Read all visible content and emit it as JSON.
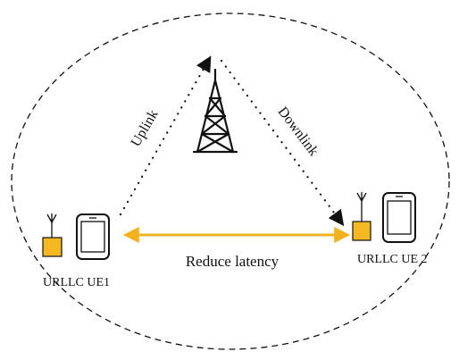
{
  "labels": {
    "uplink": "Uplink",
    "downlink": "Downlink",
    "reduce_latency": "Reduce latency",
    "ue1": "URLLC UE1",
    "ue2": "URLLC UE 2"
  },
  "colors": {
    "latency_arrow": "#f2b21c",
    "antenna_box": "#f5b820",
    "stroke": "#111111"
  },
  "icons": {
    "tower": "cell-tower-icon",
    "ue1_phone": "smartphone-icon",
    "ue2_phone": "smartphone-icon",
    "ue1_antenna": "antenna-icon",
    "ue2_antenna": "antenna-icon"
  }
}
